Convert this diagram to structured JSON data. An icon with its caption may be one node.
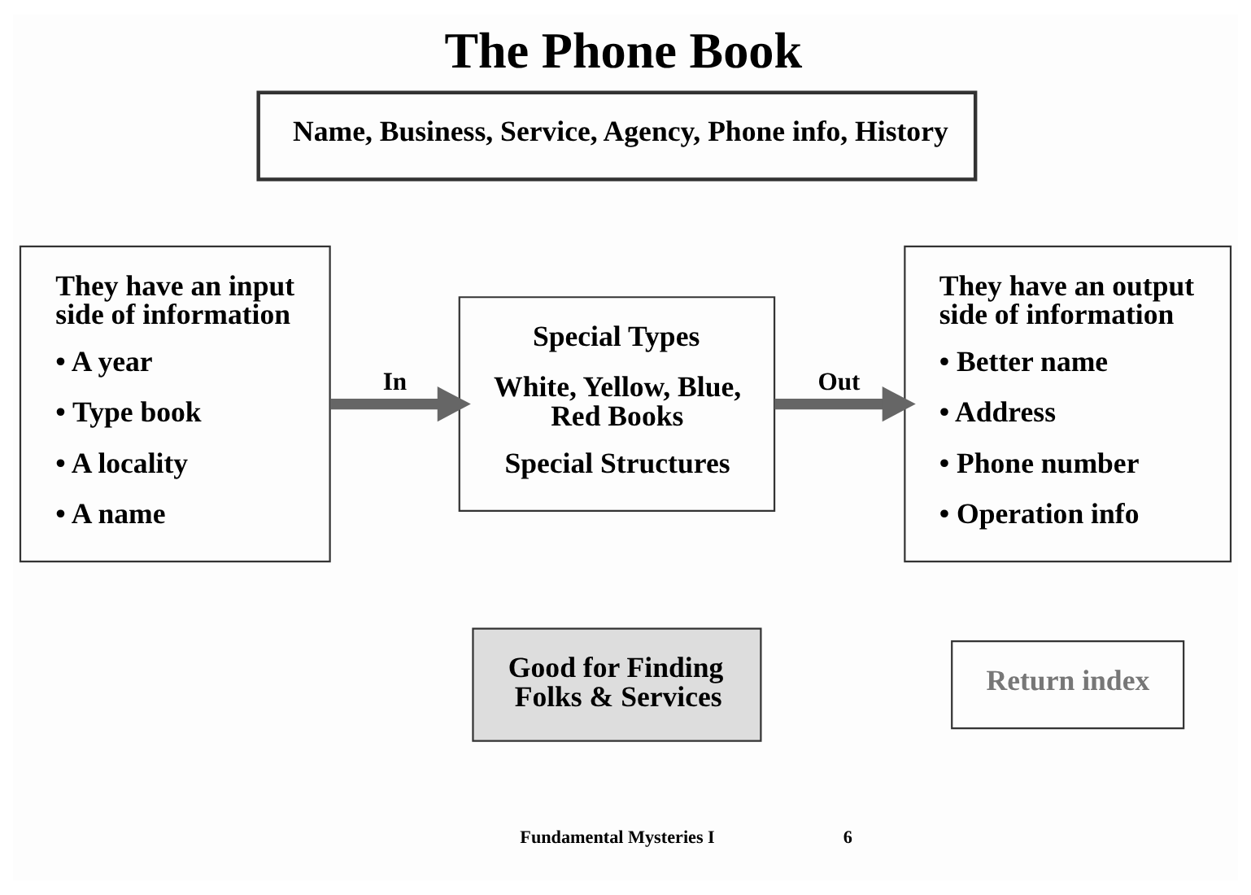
{
  "diagram": {
    "title": "The Phone Book",
    "nodes": [
      {
        "text": [
          "Name, Business, Service, Agency, Phone info, History"
        ]
      },
      {
        "text": [
          "They have an input side of information",
          "• A year",
          "• Type book",
          "• A locality",
          "• A name"
        ]
      },
      {
        "text": [
          "Special Types",
          "White, Yellow, Blue, Red Books",
          "Special Structures"
        ]
      },
      {
        "text": [
          "They have an output side of information",
          "• Better name",
          "• Address",
          "• Phone number",
          "• Operation info"
        ]
      },
      {
        "text": [
          "Good for Finding Folks & Services"
        ]
      },
      {
        "text": [
          "Return index"
        ]
      }
    ],
    "edges": [
      {
        "from": 1,
        "to": 2,
        "arrow": "to",
        "label": "In"
      },
      {
        "from": 2,
        "to": 3,
        "arrow": "to",
        "label": "Out"
      }
    ],
    "labels": [
      "Fundamental Mysteries I",
      "6"
    ]
  }
}
